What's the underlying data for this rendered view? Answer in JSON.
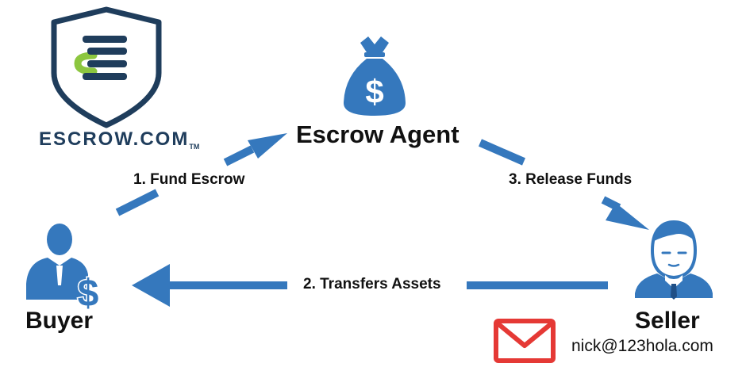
{
  "logo": {
    "brand": "ESCROW.COM",
    "tm": "TM"
  },
  "nodes": {
    "agent": "Escrow Agent",
    "buyer": "Buyer",
    "seller": "Seller"
  },
  "steps": {
    "fund": "1. Fund Escrow",
    "transfer": "2. Transfers Assets",
    "release": "3.  Release Funds"
  },
  "contact": {
    "email": "nick@123hola.com"
  },
  "colors": {
    "accent": "#3578bd",
    "logo_navy": "#1f3d5c",
    "logo_green": "#8cc63f",
    "mail_red": "#e53935"
  },
  "icons": {
    "logo": "shield-logo-icon",
    "agent": "money-bag-icon",
    "buyer": "businessman-dollar-icon",
    "seller": "businessman-avatar-icon",
    "mail": "envelope-icon"
  }
}
